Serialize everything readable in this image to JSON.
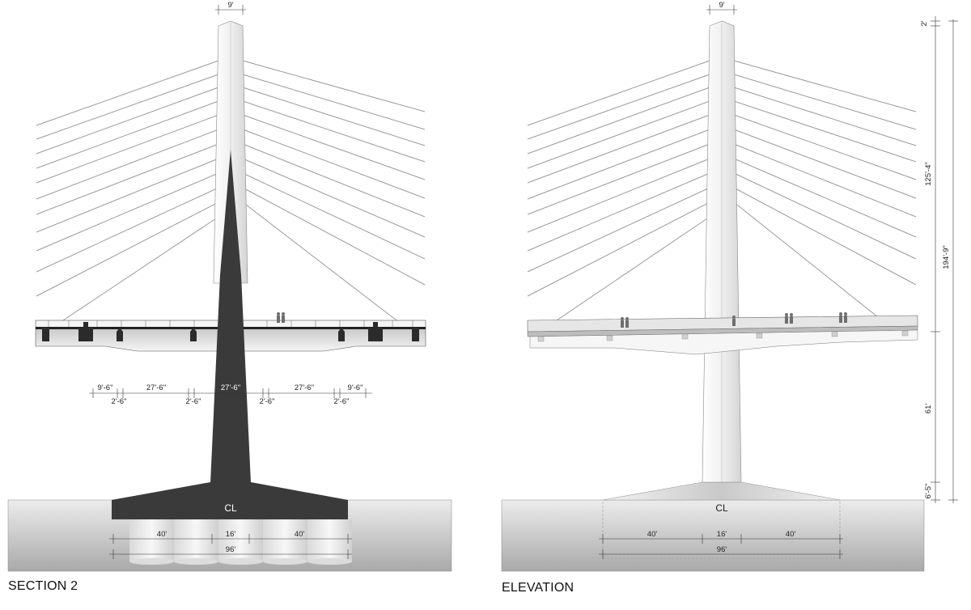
{
  "section": {
    "title": "SECTION 2",
    "top_width": "9'",
    "bays": [
      "9'-6\"",
      "27'-6\"",
      "27'-6\"",
      "27'-6\"",
      "9'-6\""
    ],
    "gaps": [
      "2'-6\"",
      "2'-6\"",
      "2'-6\"",
      "2'-6\""
    ],
    "centerline": "CL",
    "footing": {
      "left": "40'",
      "center": "16'",
      "right": "40'",
      "total": "96'"
    }
  },
  "elevation": {
    "title": "ELEVATION",
    "top_width": "9'",
    "centerline": "CL",
    "footing": {
      "left": "40'",
      "center": "16'",
      "right": "40'",
      "total": "96'"
    },
    "heights": {
      "cap": "2'",
      "upper": "125'-4\"",
      "total": "194'-9\"",
      "lower": "61'",
      "base": "6'-5\""
    }
  }
}
